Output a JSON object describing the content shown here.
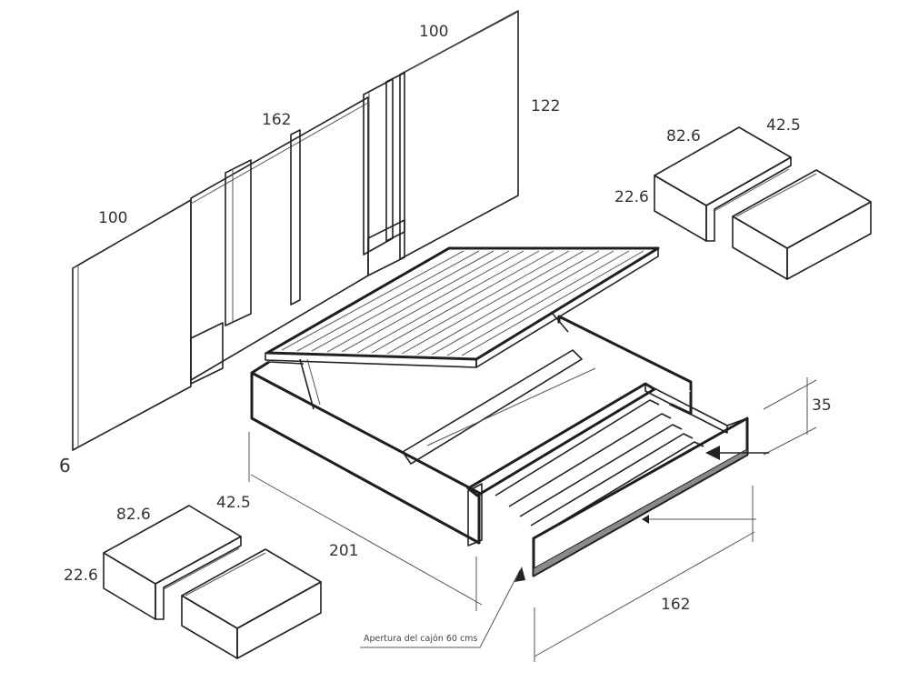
{
  "headboard": {
    "dim_left": "100",
    "dim_center": "162",
    "dim_right": "100",
    "dim_height": "122",
    "dim_thickness": "6"
  },
  "nightstand_top": {
    "dim_width": "82.6",
    "dim_depth": "42.5",
    "dim_height": "22.6"
  },
  "nightstand_bottom": {
    "dim_width": "82.6",
    "dim_depth": "42.5",
    "dim_height": "22.6"
  },
  "bed": {
    "dim_length": "201",
    "dim_width": "162",
    "dim_height": "35",
    "drawer_note": "Apertura del cajón 60 cms"
  },
  "colors": {
    "line": "#222222",
    "box_light": "#ececec",
    "box_dark": "#d6d6d6",
    "drawer_strip": "#8a8a8a"
  }
}
